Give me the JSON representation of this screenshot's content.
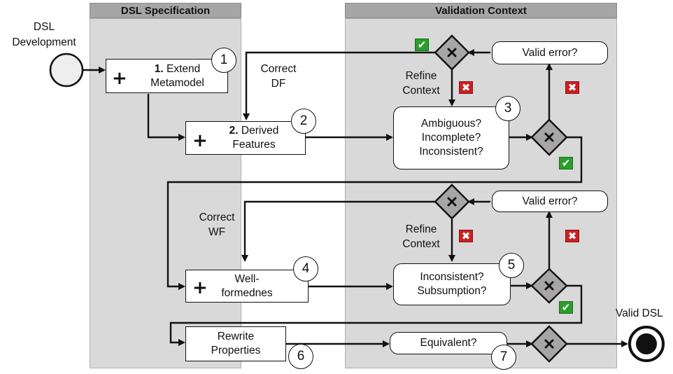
{
  "lanes": {
    "spec": "DSL Specification",
    "validation": "Validation Context"
  },
  "events": {
    "start_label": "DSL\nDevelopment",
    "end_label": "Valid DSL"
  },
  "tasks": {
    "t1": {
      "num_prefix": "1.",
      "line1": "Extend",
      "line2": "Metamodel",
      "step": "1"
    },
    "t2": {
      "num_prefix": "2.",
      "line1": "Derived",
      "line2": "Features",
      "step": "2"
    },
    "t3": {
      "line1": "Ambiguous?",
      "line2": "Incomplete?",
      "line3": "Inconsistent?",
      "step": "3"
    },
    "t4": {
      "line1": "Well-",
      "line2": "formednes",
      "step": "4"
    },
    "t5": {
      "line1": "Inconsistent?",
      "line2": "Subsumption?",
      "step": "5"
    },
    "t6": {
      "line1": "Rewrite",
      "line2": "Properties",
      "step": "6"
    },
    "t7": {
      "line1": "Equivalent?",
      "step": "7"
    },
    "valid_error_1": "Valid error?",
    "valid_error_2": "Valid error?"
  },
  "labels": {
    "correct_df_1": "Correct",
    "correct_df_2": "DF",
    "refine_1a": "Refine",
    "refine_1b": "Context",
    "correct_wf_1": "Correct",
    "correct_wf_2": "WF",
    "refine_2a": "Refine",
    "refine_2b": "Context"
  },
  "marks": {
    "ok": "✔",
    "err": "✖",
    "gateway": "✕"
  },
  "colors": {
    "lane_header": "#a6a6a6",
    "lane_body": "#d9d9d9",
    "ok": "#2a9d2a",
    "err": "#cc1f1f"
  }
}
